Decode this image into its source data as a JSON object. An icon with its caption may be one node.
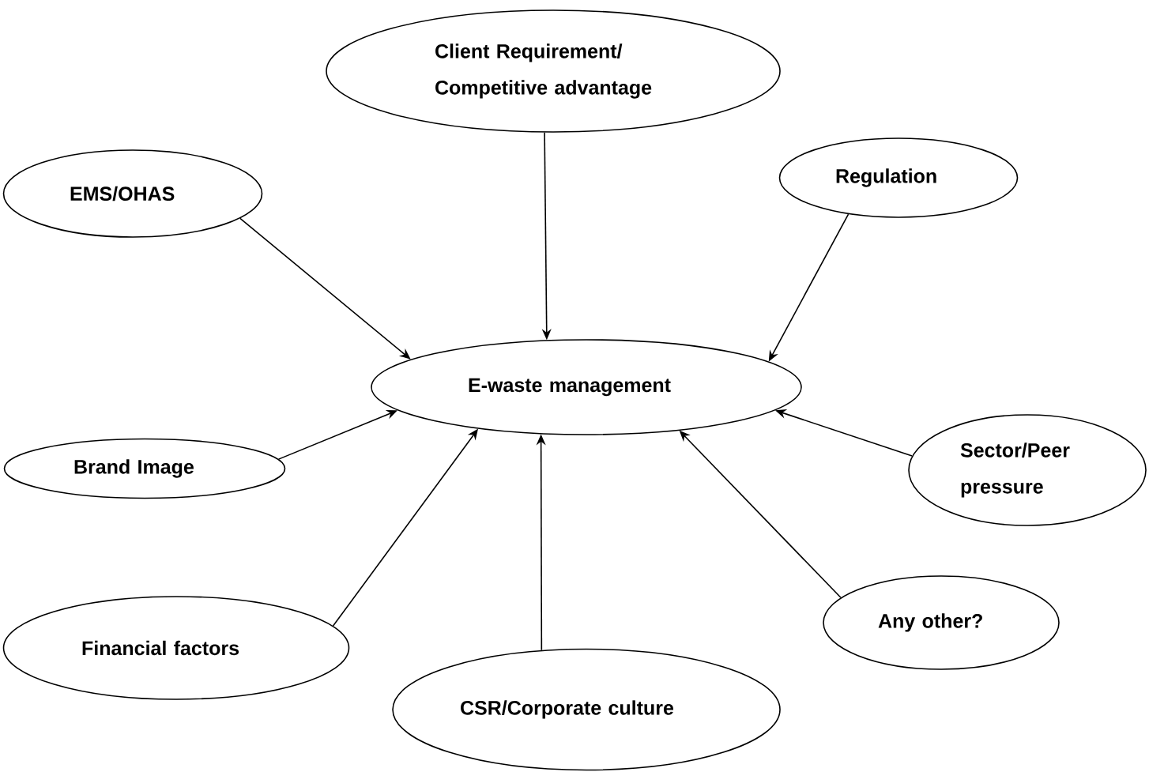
{
  "diagram": {
    "nodes": [
      {
        "text": [
          "Client Requirement/ Competitive advantage"
        ]
      },
      {
        "text": [
          "EMS/OHAS"
        ]
      },
      {
        "text": [
          "Regulation"
        ]
      },
      {
        "text": [
          "E-waste management"
        ]
      },
      {
        "text": [
          "Brand Image"
        ]
      },
      {
        "text": [
          "Sector/Peer pressure"
        ]
      },
      {
        "text": [
          "Financial factors"
        ]
      },
      {
        "text": [
          "Any other?"
        ]
      },
      {
        "text": [
          "CSR/Corporate culture"
        ]
      }
    ],
    "edges": [
      {
        "from": 0,
        "to": 3,
        "arrow": "to"
      },
      {
        "from": 1,
        "to": 3,
        "arrow": "to"
      },
      {
        "from": 2,
        "to": 3,
        "arrow": "to"
      },
      {
        "from": 4,
        "to": 3,
        "arrow": "to"
      },
      {
        "from": 5,
        "to": 3,
        "arrow": "to"
      },
      {
        "from": 6,
        "to": 3,
        "arrow": "to"
      },
      {
        "from": 7,
        "to": 3,
        "arrow": "to"
      },
      {
        "from": 8,
        "to": 3,
        "arrow": "to"
      }
    ]
  }
}
